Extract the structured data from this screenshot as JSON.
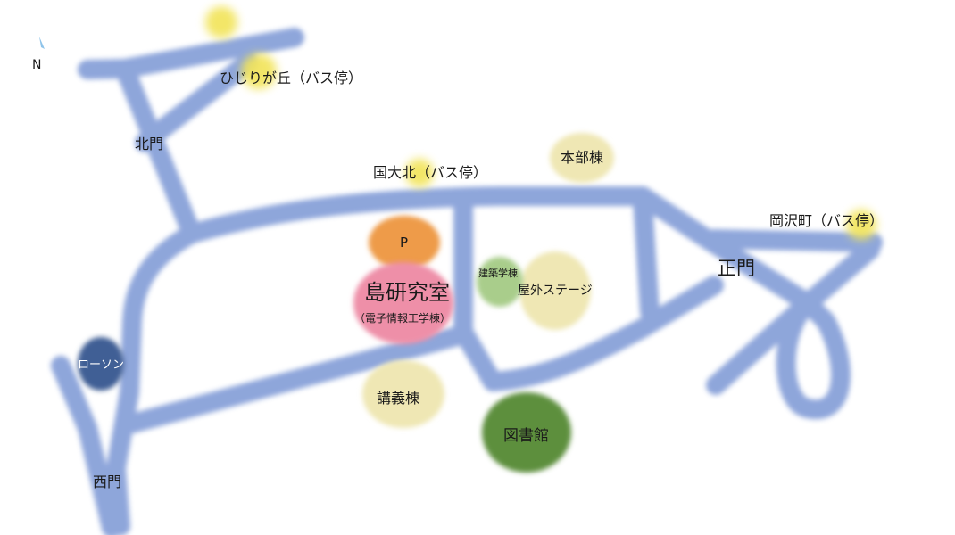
{
  "compass": {
    "north_label": "N"
  },
  "bus_stops": {
    "hijirigaoka": "ひじりが丘（バス停）",
    "kokudai_kita": "国大北（バス停）",
    "okazawamachi": "岡沢町（バス停）"
  },
  "gates": {
    "north": "北門",
    "main": "正門",
    "west": "西門"
  },
  "buildings": {
    "parking": "P",
    "lab_name": "島研究室",
    "lab_building": "（電子情報工学棟）",
    "headquarters": "本部棟",
    "architecture": "建築学棟",
    "outdoor_stage": "屋外ステージ",
    "lecture": "講義棟",
    "library": "図書館"
  },
  "shops": {
    "lawson": "ローソン"
  },
  "colors": {
    "road": "#7f9ad6",
    "bus_stop": "#f2e45c",
    "building": "#efe7b4",
    "parking": "#ee9b4a",
    "lab": "#ee8fa8",
    "architecture": "#a9cd8b",
    "library": "#5d8f3e",
    "lawson": "#3f5f95"
  }
}
